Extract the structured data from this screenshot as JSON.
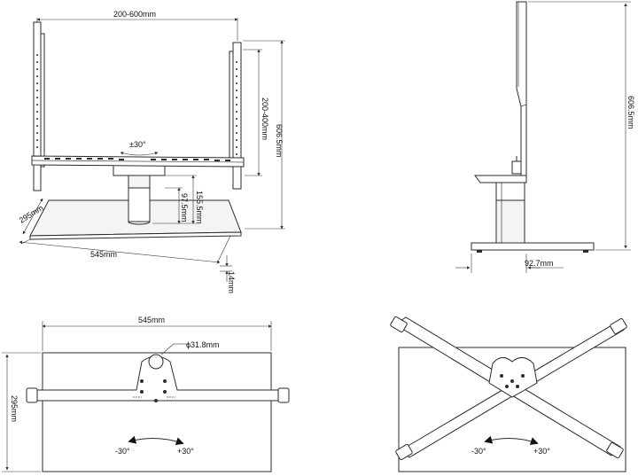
{
  "front_view": {
    "width_range": "200-600mm",
    "height_range": "200-400mm",
    "total_height": "606.5mm",
    "swivel": "±30°",
    "column_height_outer": "155.5mm",
    "column_height_inner": "97.5mm",
    "base_depth": "295mm",
    "base_width": "545mm",
    "base_thickness": "14mm"
  },
  "side_view": {
    "total_height": "606.5mm",
    "offset": "92.7mm"
  },
  "top_view": {
    "width": "545mm",
    "depth": "295mm",
    "hole_diameter": "ϕ31.8mm",
    "angle_left": "-30°",
    "angle_right": "+30°"
  },
  "top_view_rotated": {
    "angle_left": "-30°",
    "angle_right": "+30°"
  }
}
